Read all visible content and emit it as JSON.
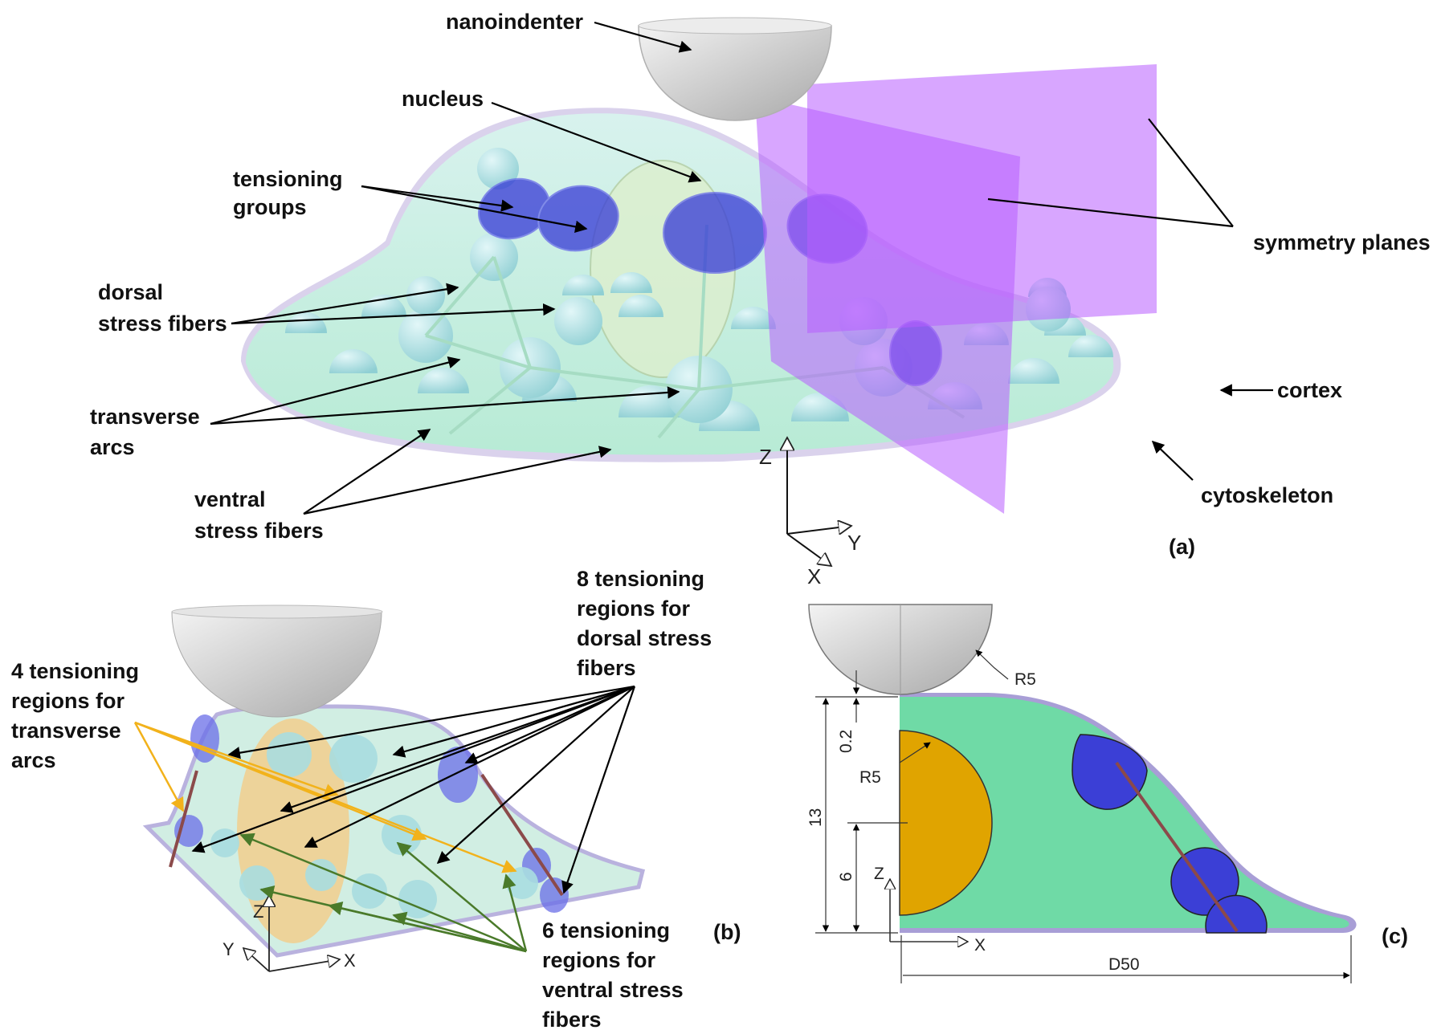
{
  "panel_a": {
    "panel_label": "(a)",
    "labels": {
      "nanoindenter": "nanoindenter",
      "nucleus": "nucleus",
      "tensioning_groups": [
        "tensioning",
        "groups"
      ],
      "dorsal": [
        "dorsal",
        "stress fibers"
      ],
      "transverse": [
        "transverse",
        "arcs"
      ],
      "ventral": [
        "ventral",
        "stress fibers"
      ],
      "symmetry": "symmetry planes",
      "cortex": "cortex",
      "cytoskeleton": "cytoskeleton"
    },
    "axes": {
      "z": "Z",
      "y": "Y",
      "x": "X"
    }
  },
  "panel_b": {
    "panel_label": "(b)",
    "transverse_note": [
      "4 tensioning",
      "regions for",
      "transverse",
      "arcs"
    ],
    "dorsal_note": [
      "8 tensioning",
      "regions for",
      "dorsal stress",
      "fibers"
    ],
    "ventral_note": [
      "6 tensioning",
      "regions for",
      "ventral stress",
      "fibers"
    ],
    "axes": {
      "z": "Z",
      "y": "Y",
      "x": "X"
    }
  },
  "panel_c": {
    "panel_label": "(c)",
    "dims": {
      "indenter_radius": "R5",
      "nucleus_radius": "R5",
      "gap": "0.2",
      "height": "13",
      "nucleus_center": "6",
      "diameter": "D50"
    },
    "axes": {
      "z": "Z",
      "x": "X"
    }
  },
  "colors": {
    "cytoplasm": "#6fdaa6",
    "cytoplasm_3d": "#c7f1e4",
    "tension_group": "#3b3fd6",
    "nucleus": "#e0a400",
    "symmetry_plane": "#b85cff",
    "indenter": "#d9d9d9",
    "arrow_orange": "#f2b21b",
    "arrow_green": "#4a7a2a",
    "fiber": "#8b4a4a"
  }
}
